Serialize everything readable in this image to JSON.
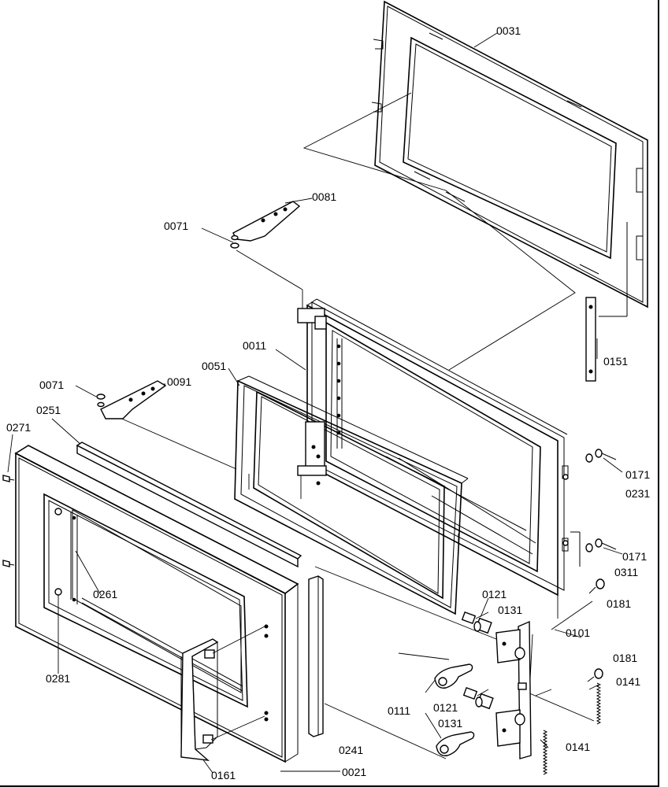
{
  "diagram": {
    "labels": {
      "l0031": "0031",
      "l0081": "0081",
      "l0071a": "0071",
      "l0011": "0011",
      "l0051": "0051",
      "l0071b": "0071",
      "l0091": "0091",
      "l0251": "0251",
      "l0271": "0271",
      "l0151": "0151",
      "l0171a": "0171",
      "l0231": "0231",
      "l0171b": "0171",
      "l0311": "0311",
      "l0181a": "0181",
      "l0121a": "0121",
      "l0131a": "0131",
      "l0101": "0101",
      "l0261": "0261",
      "l0281": "0281",
      "l0181b": "0181",
      "l0141a": "0141",
      "l0111": "0111",
      "l0121b": "0121",
      "l0131b": "0131",
      "l0241": "0241",
      "l0141b": "0141",
      "l0021": "0021",
      "l0161": "0161"
    }
  }
}
